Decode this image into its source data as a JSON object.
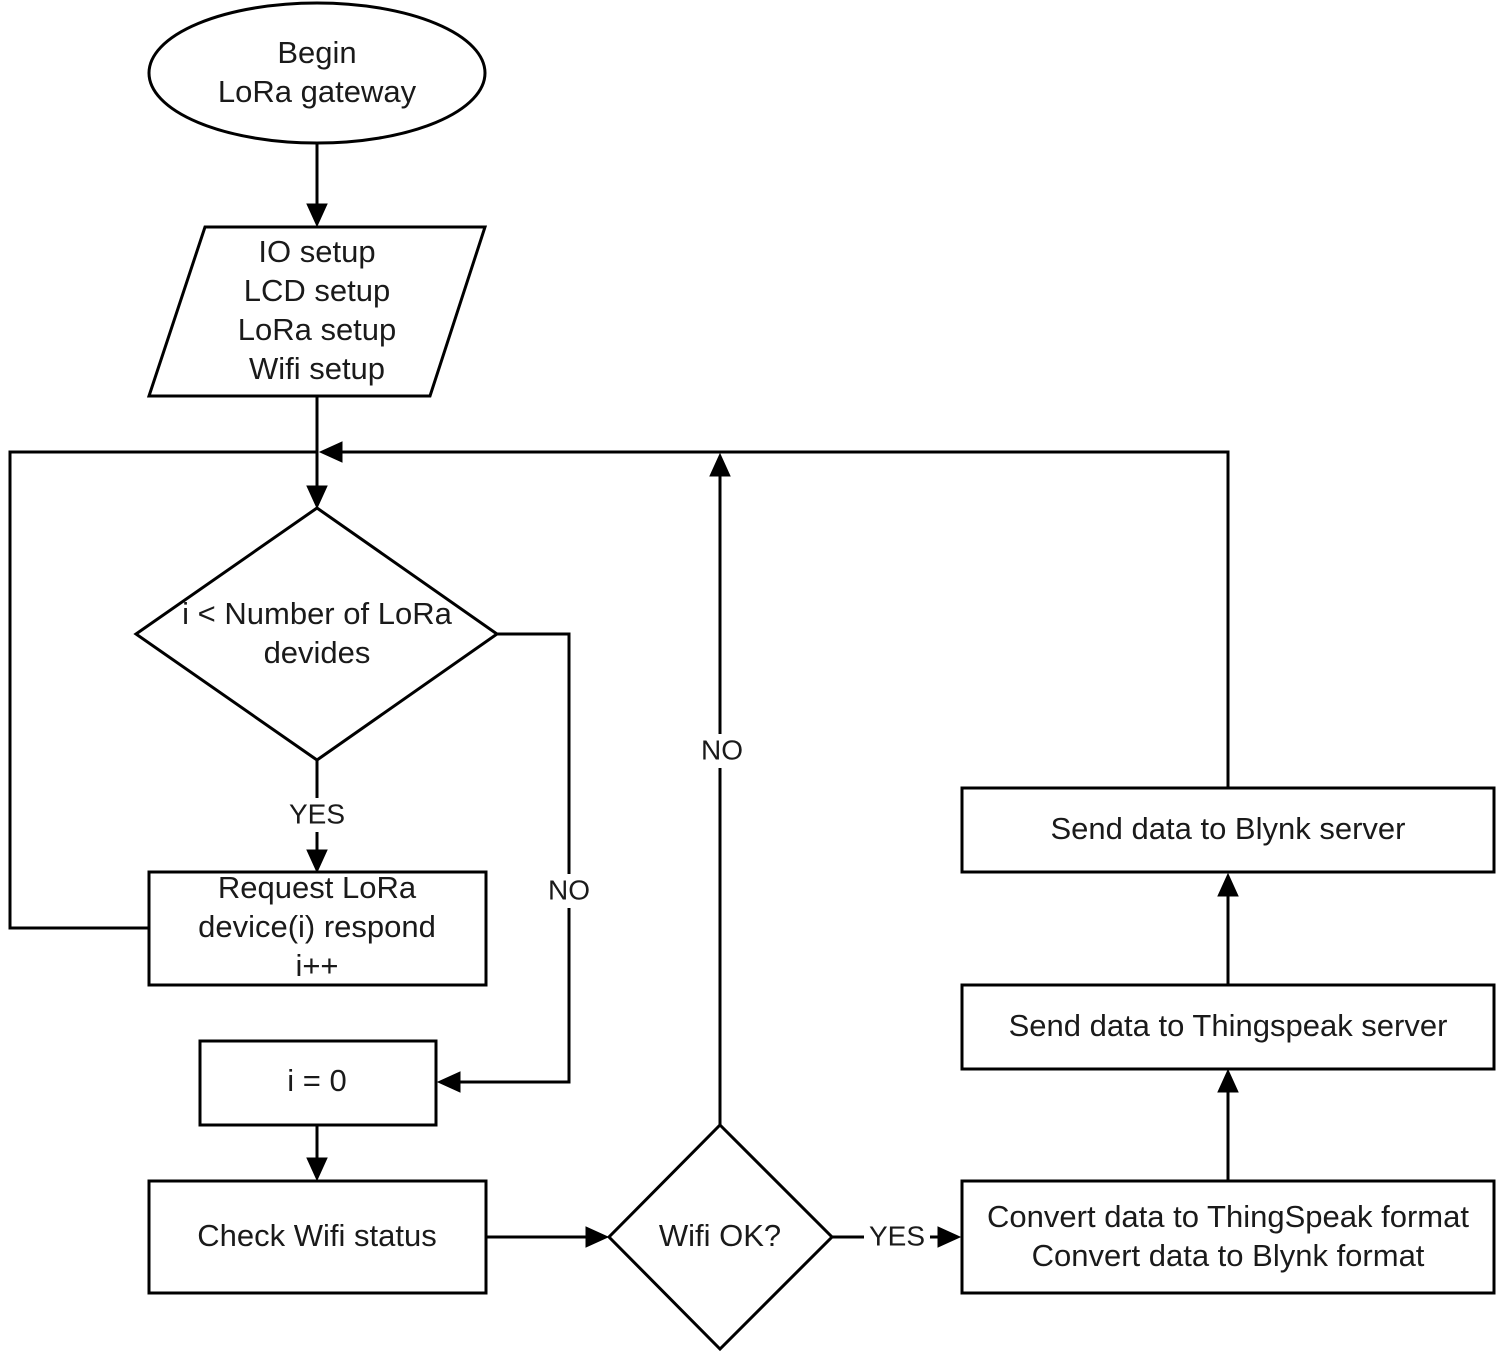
{
  "nodes": {
    "begin": [
      "Begin",
      "LoRa gateway"
    ],
    "setup": [
      "IO setup",
      "LCD setup",
      "LoRa setup",
      "Wifi setup"
    ],
    "loop_check": [
      "i < Number of LoRa",
      "devides"
    ],
    "request": [
      "Request LoRa",
      "device(i) respond",
      "i++"
    ],
    "reset_i": [
      "i = 0"
    ],
    "check_wifi": [
      "Check Wifi status"
    ],
    "wifi_ok": [
      "Wifi OK?"
    ],
    "convert": [
      "Convert data to ThingSpeak format",
      "Convert data to Blynk format"
    ],
    "send_thingspeak": [
      "Send data to Thingspeak server"
    ],
    "send_blynk": [
      "Send data to Blynk server"
    ]
  },
  "edge_labels": {
    "loop_yes": "YES",
    "loop_no": "NO",
    "wifi_no": "NO",
    "wifi_yes": "YES"
  }
}
